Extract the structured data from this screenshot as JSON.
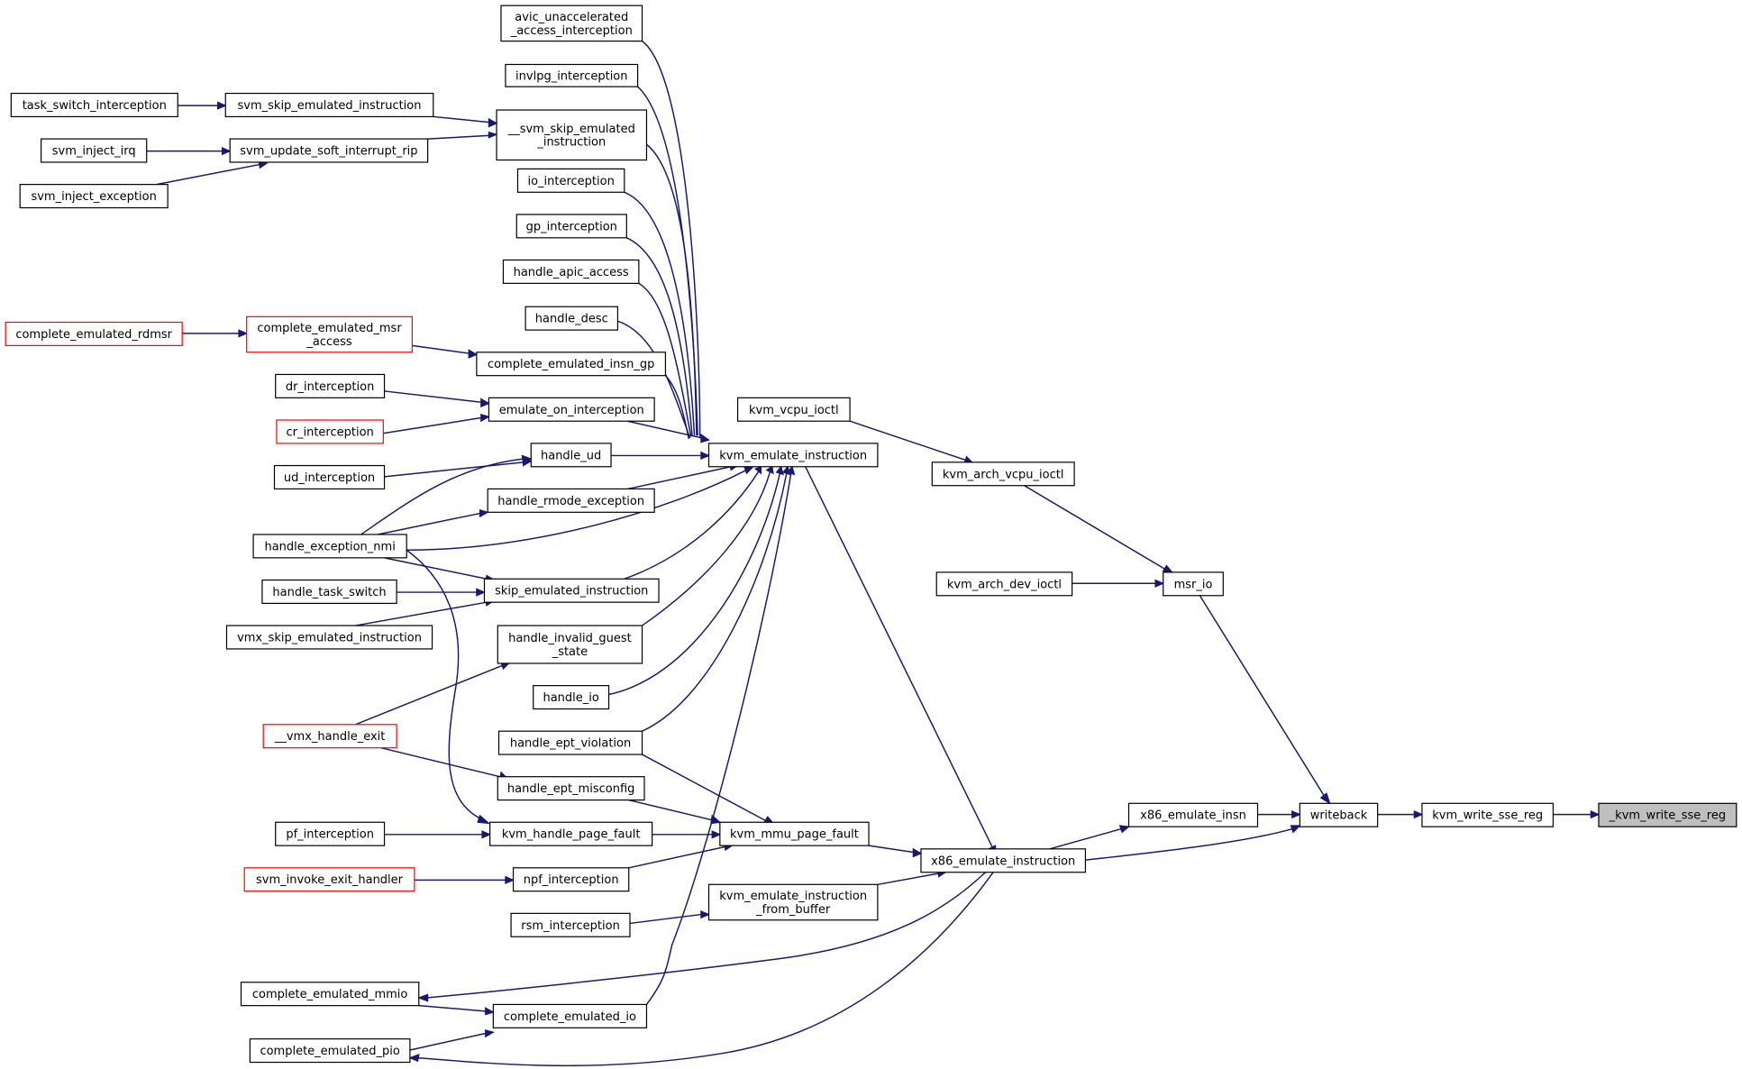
{
  "colors": {
    "edge": "#191970",
    "normal_border": "#000000",
    "truncated_border": "#ff0000",
    "root_fill": "#bfbfbf",
    "node_fill": "#ffffff"
  },
  "nodes": [
    {
      "id": "n1",
      "lines": [
        "avic_unaccelerated",
        "_access_interception"
      ],
      "style": "normal"
    },
    {
      "id": "n2",
      "lines": [
        "invlpg_interception"
      ],
      "style": "normal"
    },
    {
      "id": "n3",
      "lines": [
        "task_switch_interception"
      ],
      "style": "normal"
    },
    {
      "id": "n4",
      "lines": [
        "svm_skip_emulated_instruction"
      ],
      "style": "normal"
    },
    {
      "id": "n5",
      "lines": [
        "__svm_skip_emulated",
        "_instruction"
      ],
      "style": "normal"
    },
    {
      "id": "n6",
      "lines": [
        "svm_inject_irq"
      ],
      "style": "normal"
    },
    {
      "id": "n7",
      "lines": [
        "svm_update_soft_interrupt_rip"
      ],
      "style": "normal"
    },
    {
      "id": "n8",
      "lines": [
        "svm_inject_exception"
      ],
      "style": "normal"
    },
    {
      "id": "n9",
      "lines": [
        "io_interception"
      ],
      "style": "normal"
    },
    {
      "id": "n10",
      "lines": [
        "gp_interception"
      ],
      "style": "normal"
    },
    {
      "id": "n11",
      "lines": [
        "handle_apic_access"
      ],
      "style": "normal"
    },
    {
      "id": "n12",
      "lines": [
        "handle_desc"
      ],
      "style": "normal"
    },
    {
      "id": "n13",
      "lines": [
        "complete_emulated_rdmsr"
      ],
      "style": "truncated"
    },
    {
      "id": "n14",
      "lines": [
        "complete_emulated_msr",
        "_access"
      ],
      "style": "truncated"
    },
    {
      "id": "n15",
      "lines": [
        "complete_emulated_insn_gp"
      ],
      "style": "normal"
    },
    {
      "id": "n16",
      "lines": [
        "dr_interception"
      ],
      "style": "normal"
    },
    {
      "id": "n17",
      "lines": [
        "emulate_on_interception"
      ],
      "style": "normal"
    },
    {
      "id": "n18",
      "lines": [
        "cr_interception"
      ],
      "style": "truncated"
    },
    {
      "id": "n19",
      "lines": [
        "kvm_vcpu_ioctl"
      ],
      "style": "normal"
    },
    {
      "id": "n20",
      "lines": [
        "handle_ud"
      ],
      "style": "normal"
    },
    {
      "id": "n21",
      "lines": [
        "kvm_emulate_instruction"
      ],
      "style": "normal"
    },
    {
      "id": "n22",
      "lines": [
        "ud_interception"
      ],
      "style": "normal"
    },
    {
      "id": "n23",
      "lines": [
        "kvm_arch_vcpu_ioctl"
      ],
      "style": "normal"
    },
    {
      "id": "n24",
      "lines": [
        "handle_rmode_exception"
      ],
      "style": "normal"
    },
    {
      "id": "n25",
      "lines": [
        "handle_exception_nmi"
      ],
      "style": "normal"
    },
    {
      "id": "n26",
      "lines": [
        "kvm_arch_dev_ioctl"
      ],
      "style": "normal"
    },
    {
      "id": "n27",
      "lines": [
        "msr_io"
      ],
      "style": "normal"
    },
    {
      "id": "n28",
      "lines": [
        "handle_task_switch"
      ],
      "style": "normal"
    },
    {
      "id": "n29",
      "lines": [
        "skip_emulated_instruction"
      ],
      "style": "normal"
    },
    {
      "id": "n30",
      "lines": [
        "vmx_skip_emulated_instruction"
      ],
      "style": "normal"
    },
    {
      "id": "n31",
      "lines": [
        "handle_invalid_guest",
        "_state"
      ],
      "style": "normal"
    },
    {
      "id": "n32",
      "lines": [
        "handle_io"
      ],
      "style": "normal"
    },
    {
      "id": "n33",
      "lines": [
        "__vmx_handle_exit"
      ],
      "style": "truncated"
    },
    {
      "id": "n34",
      "lines": [
        "handle_ept_violation"
      ],
      "style": "normal"
    },
    {
      "id": "n35",
      "lines": [
        "handle_ept_misconfig"
      ],
      "style": "normal"
    },
    {
      "id": "n36",
      "lines": [
        "x86_emulate_insn"
      ],
      "style": "normal"
    },
    {
      "id": "n37",
      "lines": [
        "writeback"
      ],
      "style": "normal"
    },
    {
      "id": "n38",
      "lines": [
        "kvm_write_sse_reg"
      ],
      "style": "normal"
    },
    {
      "id": "n39",
      "lines": [
        "_kvm_write_sse_reg"
      ],
      "style": "root"
    },
    {
      "id": "n40",
      "lines": [
        "pf_interception"
      ],
      "style": "normal"
    },
    {
      "id": "n41",
      "lines": [
        "kvm_handle_page_fault"
      ],
      "style": "normal"
    },
    {
      "id": "n42",
      "lines": [
        "kvm_mmu_page_fault"
      ],
      "style": "normal"
    },
    {
      "id": "n43",
      "lines": [
        "x86_emulate_instruction"
      ],
      "style": "normal"
    },
    {
      "id": "n44",
      "lines": [
        "svm_invoke_exit_handler"
      ],
      "style": "truncated"
    },
    {
      "id": "n45",
      "lines": [
        "npf_interception"
      ],
      "style": "normal"
    },
    {
      "id": "n46",
      "lines": [
        "kvm_emulate_instruction",
        "_from_buffer"
      ],
      "style": "normal"
    },
    {
      "id": "n47",
      "lines": [
        "rsm_interception"
      ],
      "style": "normal"
    },
    {
      "id": "n48",
      "lines": [
        "complete_emulated_mmio"
      ],
      "style": "normal"
    },
    {
      "id": "n49",
      "lines": [
        "complete_emulated_io"
      ],
      "style": "normal"
    },
    {
      "id": "n50",
      "lines": [
        "complete_emulated_pio"
      ],
      "style": "normal"
    }
  ]
}
